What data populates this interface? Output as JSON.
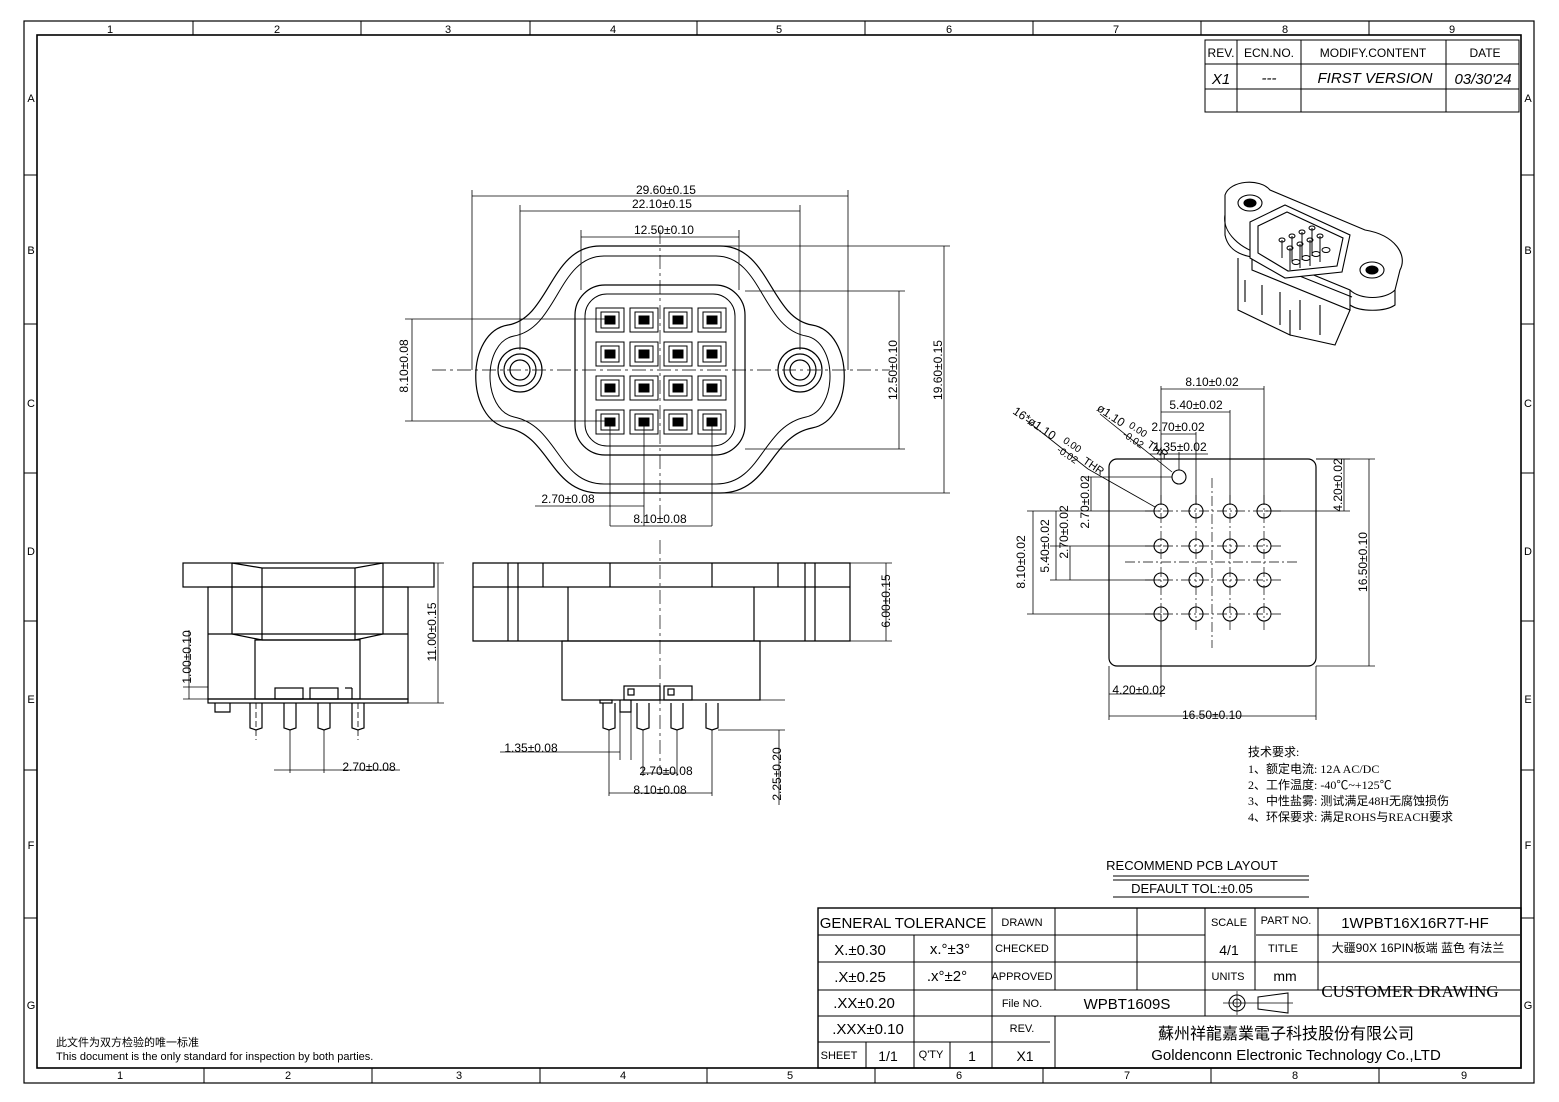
{
  "frame": {
    "columns": [
      "1",
      "2",
      "3",
      "4",
      "5",
      "6",
      "7",
      "8",
      "9"
    ],
    "rows": [
      "A",
      "B",
      "C",
      "D",
      "E",
      "F",
      "G"
    ]
  },
  "revision": {
    "headers": [
      "REV.",
      "ECN.NO.",
      "MODIFY.CONTENT",
      "DATE"
    ],
    "rows": [
      [
        "X1",
        "---",
        "FIRST VERSION",
        "03/30'24"
      ]
    ]
  },
  "top_view": {
    "dim_total_width": "29.60±0.15",
    "dim_mount_spacing": "22.10±0.15",
    "dim_body_width": "12.50±0.10",
    "dim_body_height": "12.50±0.10",
    "dim_flange_height": "19.60±0.15",
    "dim_left_height": "8.10±0.08",
    "dim_pitch": "2.70±0.08",
    "dim_bottom_span": "8.10±0.08"
  },
  "side_view_left": {
    "dim_height": "11.00±0.15",
    "dim_standoff": "1.00±0.10",
    "dim_pitch": "2.70±0.08"
  },
  "side_view_right": {
    "dim_flange": "6.00±0.15",
    "dim_offset": "1.35±0.08",
    "dim_pin_length": "2.25±0.20",
    "dim_pitch": "2.70±0.08",
    "dim_span": "8.10±0.08"
  },
  "pcb_layout": {
    "dim_span_x": "8.10±0.02",
    "dim_5_40": "5.40±0.02",
    "dim_2_70": "2.70±0.02",
    "dim_1_35": "1.35±0.02",
    "dim_hole_16": "16*ø1.10",
    "dim_hole_16_tol_hi": "0.00",
    "dim_hole_16_tol_lo": "-0.02",
    "dim_hole_16_suffix": "THR",
    "dim_hole_1": "ø1.10",
    "dim_hole_1_tol_hi": "0.00",
    "dim_hole_1_tol_lo": "-0.02",
    "dim_hole_1_suffix": "THR",
    "dim_right_4_20": "4.20±0.02",
    "dim_right_16_50": "16.50±0.10",
    "dim_left_8_10": "8.10±0.02",
    "dim_left_5_40": "5.40±0.02",
    "dim_left_2_70a": "2.70±0.02",
    "dim_left_2_70b": "2.70±0.02",
    "dim_bottom_4_20": "4.20±0.02",
    "dim_bottom_16_50": "16.50±0.10",
    "caption": "RECOMMEND PCB LAYOUT",
    "tolerance": "DEFAULT TOL:±0.05"
  },
  "tech_notes": {
    "title": "技术要求:",
    "items": [
      "1、额定电流: 12A AC/DC",
      "2、工作温度: -40℃~+125℃",
      "3、中性盐雾: 测试满足48H无腐蚀损伤",
      "4、环保要求: 满足ROHS与REACH要求"
    ]
  },
  "title_block": {
    "general_tolerance": "GENERAL TOLERANCE",
    "tol_x": "X.±0.30",
    "tol_x_ang": "x.°±3°",
    "tol_xx": ".X±0.25",
    "tol_xx_ang": ".x°±2°",
    "tol_xxx": ".XX±0.20",
    "tol_xxxx": ".XXX±0.10",
    "sheet_label": "SHEET",
    "sheet_value": "1/1",
    "qty_label": "Q'TY",
    "qty_value": "1",
    "drawn": "DRAWN",
    "checked": "CHECKED",
    "approved": "APPROVED",
    "file_no_label": "File NO.",
    "file_no": "WPBT1609S",
    "rev_label": "REV.",
    "rev": "X1",
    "scale_label": "SCALE",
    "scale": "4/1",
    "units_label": "UNITS",
    "units": "mm",
    "part_no_label": "PART NO.",
    "part_no": "1WPBT16X16R7T-HF",
    "title_label": "TITLE",
    "title": "大疆90X 16PIN板端 蓝色 有法兰",
    "drawing_type": "CUSTOMER DRAWING",
    "company_cn": "蘇州祥龍嘉業電子科技股份有限公司",
    "company_en": "Goldenconn Electronic Technology Co.,LTD"
  },
  "footer": {
    "note_cn": "此文件为双方检验的唯一标准",
    "note_en": "This document is the only standard for inspection by both parties."
  }
}
